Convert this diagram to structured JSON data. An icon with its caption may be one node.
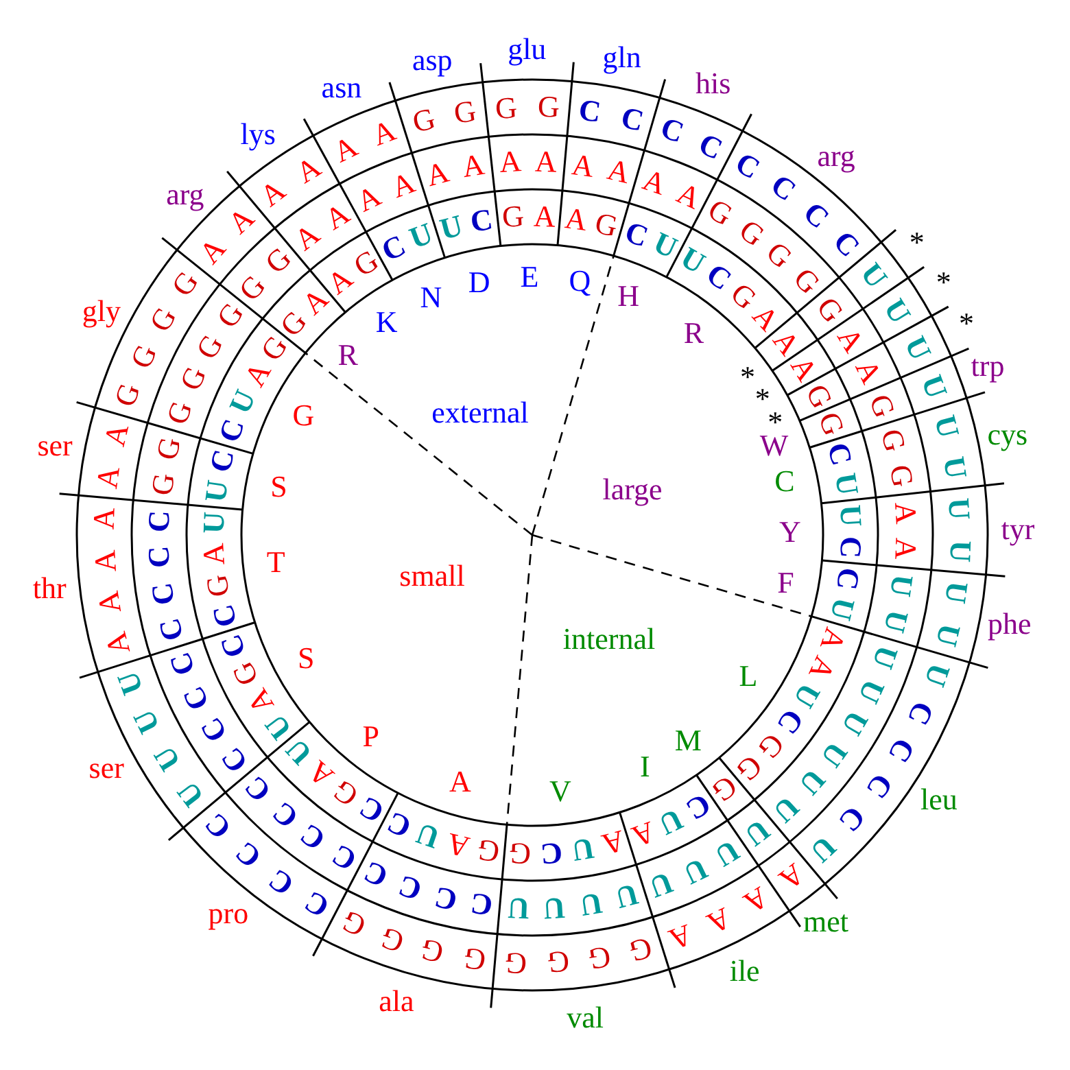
{
  "diagram": {
    "labels": [
      "glu",
      "gln",
      "his",
      "arg",
      "*",
      "*",
      "*",
      "trp",
      "cys",
      "tyr",
      "phe",
      "leu",
      "met",
      "ile",
      "val",
      "ala",
      "pro",
      "ser",
      "thr",
      "ser",
      "gly",
      "arg",
      "lys",
      "asn",
      "asp",
      "G",
      "G",
      "C",
      "C",
      "C",
      "C",
      "C",
      "C",
      "C",
      "C",
      "U",
      "U",
      "U",
      "U",
      "U",
      "U",
      "U",
      "U",
      "U",
      "U",
      "U",
      "C",
      "C",
      "C",
      "C",
      "U",
      "A",
      "A",
      "A",
      "A",
      "G",
      "G",
      "G",
      "G",
      "G",
      "G",
      "G",
      "G",
      "C",
      "C",
      "C",
      "C",
      "U",
      "U",
      "U",
      "U",
      "A",
      "A",
      "A",
      "A",
      "A",
      "A",
      "G",
      "G",
      "G",
      "G",
      "A",
      "A",
      "A",
      "A",
      "A",
      "A",
      "G",
      "G",
      "A",
      "A",
      "A",
      "A",
      "A",
      "A",
      "G",
      "G",
      "G",
      "G",
      "G",
      "A",
      "A",
      "G",
      "G",
      "G",
      "A",
      "A",
      "U",
      "U",
      "U",
      "U",
      "U",
      "U",
      "U",
      "U",
      "U",
      "U",
      "U",
      "U",
      "U",
      "U",
      "U",
      "U",
      "C",
      "C",
      "C",
      "C",
      "C",
      "C",
      "C",
      "C",
      "C",
      "C",
      "C",
      "C",
      "C",
      "C",
      "C",
      "C",
      "G",
      "G",
      "G",
      "G",
      "G",
      "G",
      "G",
      "G",
      "A",
      "A",
      "A",
      "A",
      "A",
      "A",
      "G",
      "A",
      "A",
      "G",
      "C",
      "U",
      "U",
      "C",
      "G",
      "A",
      "A",
      "A",
      "G",
      "G",
      "C",
      "U",
      "U",
      "C",
      "C",
      "U",
      "A",
      "A",
      "U",
      "C",
      "G",
      "G",
      "G",
      "C",
      "U",
      "A",
      "A",
      "U",
      "C",
      "G",
      "G",
      "A",
      "U",
      "C",
      "C",
      "G",
      "A",
      "U",
      "U",
      "A",
      "G",
      "C",
      "C",
      "G",
      "A",
      "U",
      "U",
      "C",
      "C",
      "U",
      "A",
      "G",
      "G",
      "A",
      "A",
      "G",
      "C",
      "U",
      "U",
      "C",
      "E",
      "Q",
      "H",
      "R",
      "*",
      "*",
      "*",
      "W",
      "C",
      "Y",
      "F",
      "L",
      "M",
      "I",
      "V",
      "A",
      "P",
      "S",
      "T",
      "S",
      "G",
      "R",
      "K",
      "N",
      "D",
      "external",
      "large",
      "small",
      "internal"
    ]
  }
}
